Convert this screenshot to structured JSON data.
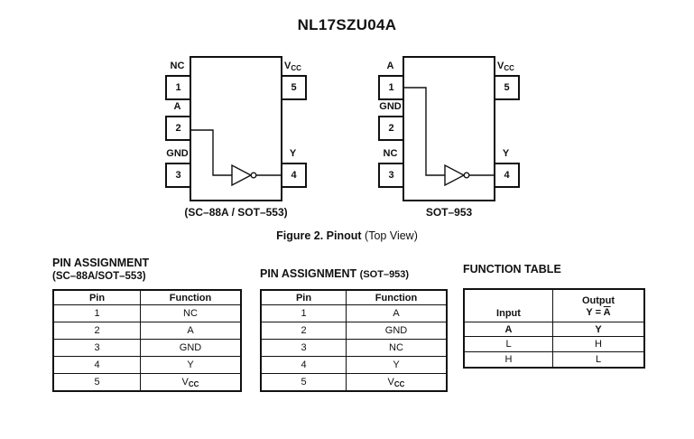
{
  "colors": {
    "ink": "#111111",
    "paper": "#ffffff"
  },
  "title": "NL17SZU04A",
  "figure": {
    "caption_bold": "Figure 2. Pinout",
    "caption_normal": "(Top View)"
  },
  "packages": [
    {
      "caption": "(SC–88A / SOT–553)",
      "pins_left": [
        {
          "num": "1",
          "label": "NC"
        },
        {
          "num": "2",
          "label": "A"
        },
        {
          "num": "3",
          "label": "GND"
        }
      ],
      "pins_right": [
        {
          "num": "5",
          "label": "V",
          "label_sub": "CC"
        },
        {
          "num": "4",
          "label": "Y"
        }
      ]
    },
    {
      "caption": "SOT–953",
      "pins_left": [
        {
          "num": "1",
          "label": "A"
        },
        {
          "num": "2",
          "label": "GND"
        },
        {
          "num": "3",
          "label": "NC"
        }
      ],
      "pins_right": [
        {
          "num": "5",
          "label": "V",
          "label_sub": "CC"
        },
        {
          "num": "4",
          "label": "Y"
        }
      ]
    }
  ],
  "pin_tables": [
    {
      "heading_line1": "PIN ASSIGNMENT",
      "heading_line2": "(SC–88A/SOT–553)",
      "columns": [
        "Pin",
        "Function"
      ],
      "rows": [
        {
          "pin": "1",
          "function": "NC"
        },
        {
          "pin": "2",
          "function": "A"
        },
        {
          "pin": "3",
          "function": "GND"
        },
        {
          "pin": "4",
          "function": "Y"
        },
        {
          "pin": "5",
          "function": "V",
          "function_sub": "CC"
        }
      ]
    },
    {
      "heading_main": "PIN ASSIGNMENT",
      "heading_suffix": "(SOT–953)",
      "columns": [
        "Pin",
        "Function"
      ],
      "rows": [
        {
          "pin": "1",
          "function": "A"
        },
        {
          "pin": "2",
          "function": "GND"
        },
        {
          "pin": "3",
          "function": "NC"
        },
        {
          "pin": "4",
          "function": "Y"
        },
        {
          "pin": "5",
          "function": "V",
          "function_sub": "CC"
        }
      ]
    }
  ],
  "function_table": {
    "heading": "FUNCTION TABLE",
    "input_header": "Input",
    "output_header_line1": "Output",
    "output_header_prefix": "Y = ",
    "output_header_overline": "A",
    "subheader": {
      "input": "A",
      "output": "Y"
    },
    "rows": [
      {
        "input": "L",
        "output": "H"
      },
      {
        "input": "H",
        "output": "L"
      }
    ]
  }
}
